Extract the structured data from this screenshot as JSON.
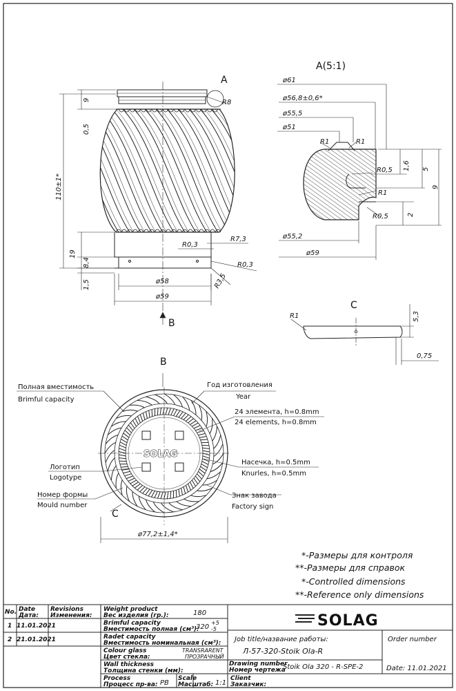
{
  "drawing": {
    "views": {
      "detail_a": "A(5:1)",
      "section_label_a": "A",
      "view_b_arrow": "B",
      "view_b_title": "B",
      "detail_c_title": "C",
      "detail_c_mark": "C"
    },
    "main_dims": {
      "d9": "9",
      "d05": "0,5",
      "r8": "R8",
      "d110": "110±1*",
      "r73": "R7,3",
      "r03a": "R0,3",
      "r03b": "R0,3",
      "d19": "19",
      "d84": "8,4",
      "d15": "1,5",
      "r35": "R3,5",
      "d58": "ø58",
      "d59": "ø59"
    },
    "detail_a_dims": {
      "d61": "ø61",
      "d568": "ø56,8±0,6*",
      "d555": "ø55,5",
      "d51": "ø51",
      "r1a": "R1",
      "r1b": "R1",
      "r05a": "R0,5",
      "d16": "1,6",
      "d5": "5",
      "d9": "9",
      "r1c": "R1",
      "r05b": "R0,5",
      "d2": "2",
      "d552": "ø55,2",
      "d59": "ø59"
    },
    "detail_c_dims": {
      "r1": "R1",
      "d53": "5,3",
      "d075": "0,75"
    },
    "bottom_view": {
      "brimful_ru": "Полная вместимость",
      "brimful_en": "Brimful capacity",
      "year_ru": "Год изготовления",
      "year_en": "Year",
      "elements_ru": "24 элемента, h=0.8mm",
      "elements_en": "24 elements, h=0.8mm",
      "logo_ru": "Логотип",
      "logo_en": "Logotype",
      "logo_text": "SOLAG",
      "knurl_ru": "Насечка, h=0.5mm",
      "knurl_en": "Knurles, h=0.5mm",
      "mould_ru": "Номер формы",
      "mould_en": "Mould number",
      "factory_ru": "Знак завода",
      "factory_en": "Factory sign",
      "diameter": "ø77,2±1,4*"
    },
    "notes": [
      "*-Размеры для контроля",
      "**-Размеры для справок",
      "*-Controlled dimensions",
      "**-Reference only dimensions"
    ]
  },
  "title_block": {
    "head": {
      "no": "No.",
      "date_en": "Date",
      "date_ru": "Дата:",
      "rev_en": "Revisions",
      "rev_ru": "Изменения:"
    },
    "revisions": [
      {
        "no": "1",
        "date": "11.01.2021"
      },
      {
        "no": "2",
        "date": "21.01.2021"
      }
    ],
    "rows": [
      {
        "en": "Weight product",
        "ru": "Вес изделия (гр.):",
        "value": "180"
      },
      {
        "en": "Brimful capacity",
        "ru": "Вместимость полная (см³):",
        "value": "320",
        "tol_plus": "+5",
        "tol_minus": "-5"
      },
      {
        "en": "Radet capacity",
        "ru": "Вместимость номинальная (см³):",
        "value": ""
      },
      {
        "en": "Colour glass",
        "ru": "Цвет стекла:",
        "value": "TRANSRARENT",
        "value2": "ПРОЗРАЧНЫЙ"
      },
      {
        "en": "Wall thickness",
        "ru": "Толщина стенки (мм):",
        "value": ""
      },
      {
        "en": "Process",
        "ru": "Процесс пр-ва:",
        "value": "PB",
        "scale_en": "Scale",
        "scale_ru": "Масштаб:",
        "scale": "1:1"
      }
    ],
    "brand": "SOLAG",
    "job_title_label": "Job title/название работы:",
    "job_title": "Л-57-320-Stoik Ola-R",
    "order_number_label": "Order number",
    "drawing_number_en": "Drawing number",
    "drawing_number_ru": "Номер чертежа",
    "drawing_number": "Stoik Ola 320 - R-SPE-2",
    "date_label": "Date: 11.01.2021",
    "client_en": "Client",
    "client_ru": "Заказчик:"
  }
}
